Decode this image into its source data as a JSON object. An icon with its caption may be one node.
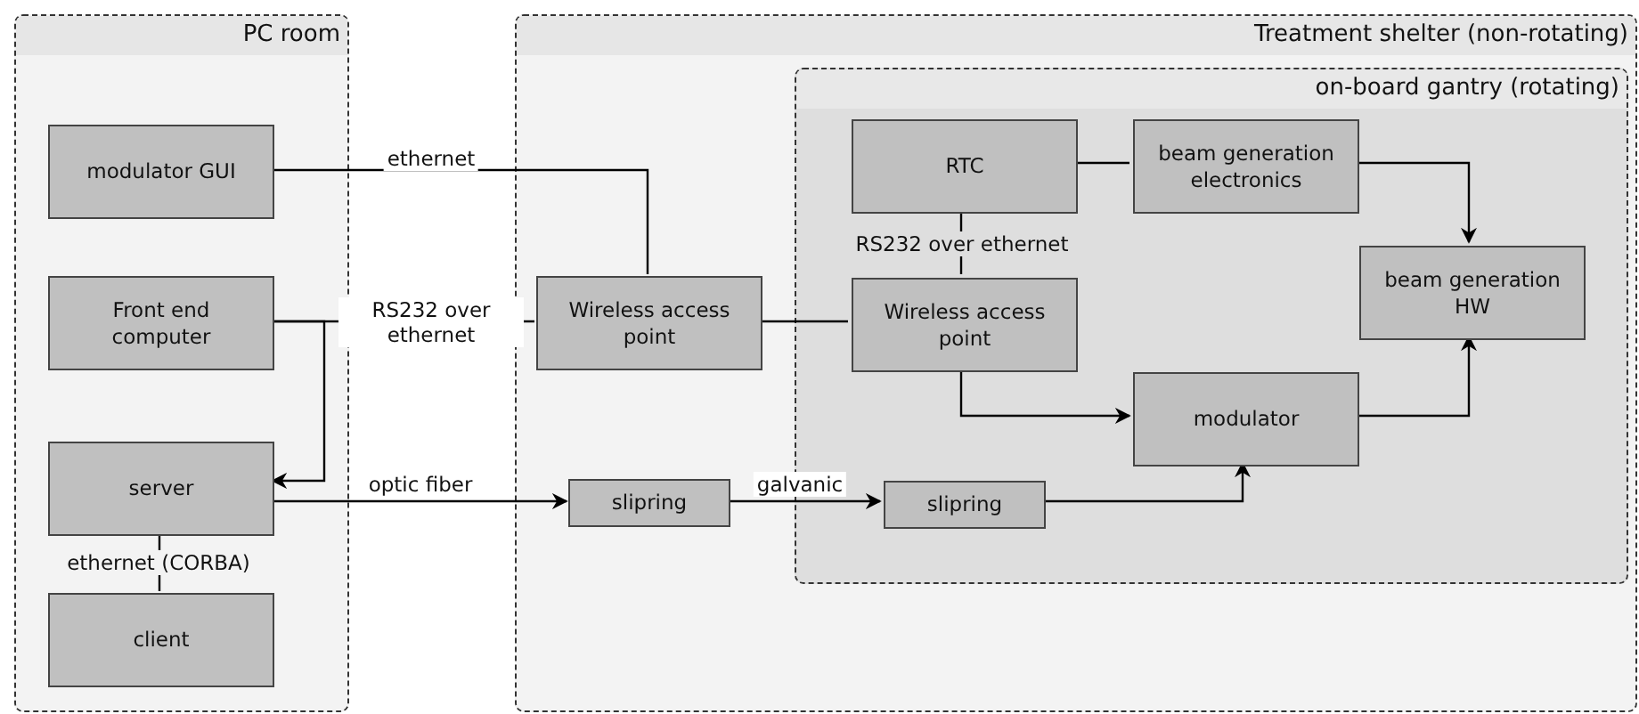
{
  "diagram": {
    "nodes": [
      {
        "text": [
          "PC room"
        ]
      },
      {
        "text": [
          "modulator GUI"
        ],
        "in": 0
      },
      {
        "text": [
          "Front end computer"
        ],
        "in": 0
      },
      {
        "text": [
          "server"
        ],
        "in": 0
      },
      {
        "text": [
          "client"
        ],
        "in": 0
      },
      {
        "text": [
          "Treatment shelter (non-rotating)"
        ]
      },
      {
        "text": [
          "Wireless access point"
        ],
        "in": 5
      },
      {
        "text": [
          "slipring"
        ],
        "in": 5
      },
      {
        "text": [
          "on-board gantry (rotating)"
        ],
        "in": 5
      },
      {
        "text": [
          "RTC"
        ],
        "in": 8
      },
      {
        "text": [
          "beam generation electronics"
        ],
        "in": 8
      },
      {
        "text": [
          "Wireless access point"
        ],
        "in": 8
      },
      {
        "text": [
          "beam generation HW"
        ],
        "in": 8
      },
      {
        "text": [
          "modulator"
        ],
        "in": 8
      },
      {
        "text": [
          "slipring"
        ],
        "in": 8
      }
    ],
    "edges": [
      {
        "from": 1,
        "to": 6,
        "arrow": "none",
        "label": "ethernet"
      },
      {
        "from": 2,
        "to": 6,
        "arrow": "none",
        "label": "RS232 over ethernet"
      },
      {
        "from": 2,
        "to": 3,
        "arrow": "to"
      },
      {
        "from": 3,
        "to": 4,
        "arrow": "none",
        "label": "ethernet (CORBA)"
      },
      {
        "from": 3,
        "to": 7,
        "arrow": "to",
        "label": "optic fiber"
      },
      {
        "from": 6,
        "to": 11,
        "arrow": "none"
      },
      {
        "from": 9,
        "to": 11,
        "arrow": "none",
        "label": "RS232 over ethernet"
      },
      {
        "from": 9,
        "to": 10,
        "arrow": "none"
      },
      {
        "from": 10,
        "to": 12,
        "arrow": "to"
      },
      {
        "from": 11,
        "to": 13,
        "arrow": "to"
      },
      {
        "from": 13,
        "to": 12,
        "arrow": "to"
      },
      {
        "from": 7,
        "to": 14,
        "arrow": "to",
        "label": "galvanic"
      },
      {
        "from": 14,
        "to": 13,
        "arrow": "to"
      }
    ]
  }
}
